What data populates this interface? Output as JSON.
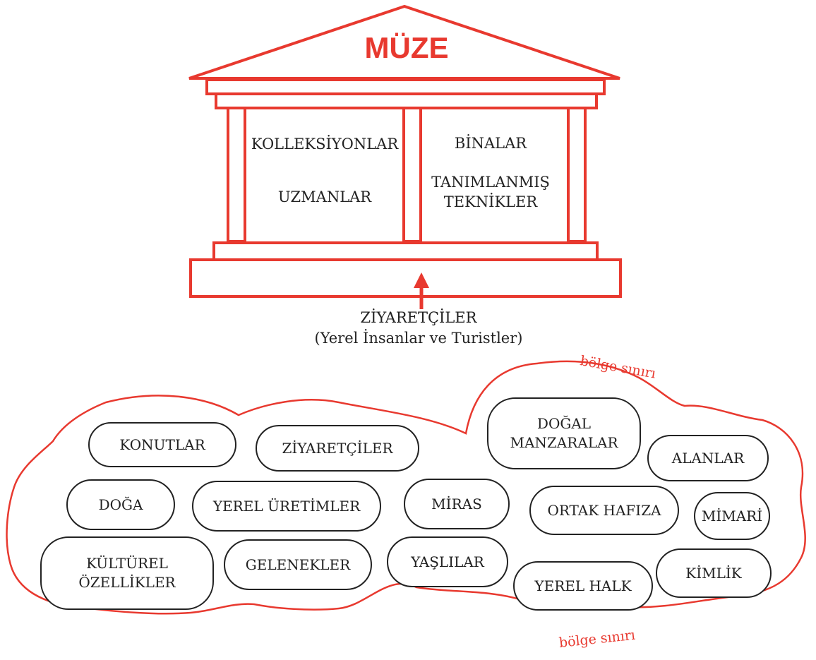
{
  "colors": {
    "accent": "#e8392f",
    "ink": "#222222"
  },
  "museum": {
    "title": "MÜZE",
    "left_top": "KOLLEKSİYONLAR",
    "left_bottom": "UZMANLAR",
    "right_top": "BİNALAR",
    "right_bottom_1": "TANIMLANMIŞ",
    "right_bottom_2": "TEKNİKLER"
  },
  "visitors": {
    "line1": "ZİYARETÇİLER",
    "line2": "(Yerel İnsanlar ve Turistler)"
  },
  "region": {
    "boundary_label_top": "bölge sınırı",
    "boundary_label_bottom": "bölge sınırı",
    "items": [
      "KONUTLAR",
      "ZİYARETÇİLER",
      "DOĞAL\nMANZARALAR",
      "ALANLAR",
      "DOĞA",
      "YEREL ÜRETİMLER",
      "MİRAS",
      "ORTAK HAFIZA",
      "MİMARİ",
      "KÜLTÜREL\nÖZELLİKLER",
      "GELENEKLER",
      "YAŞLILAR",
      "KİMLİK",
      "YEREL HALK"
    ]
  }
}
